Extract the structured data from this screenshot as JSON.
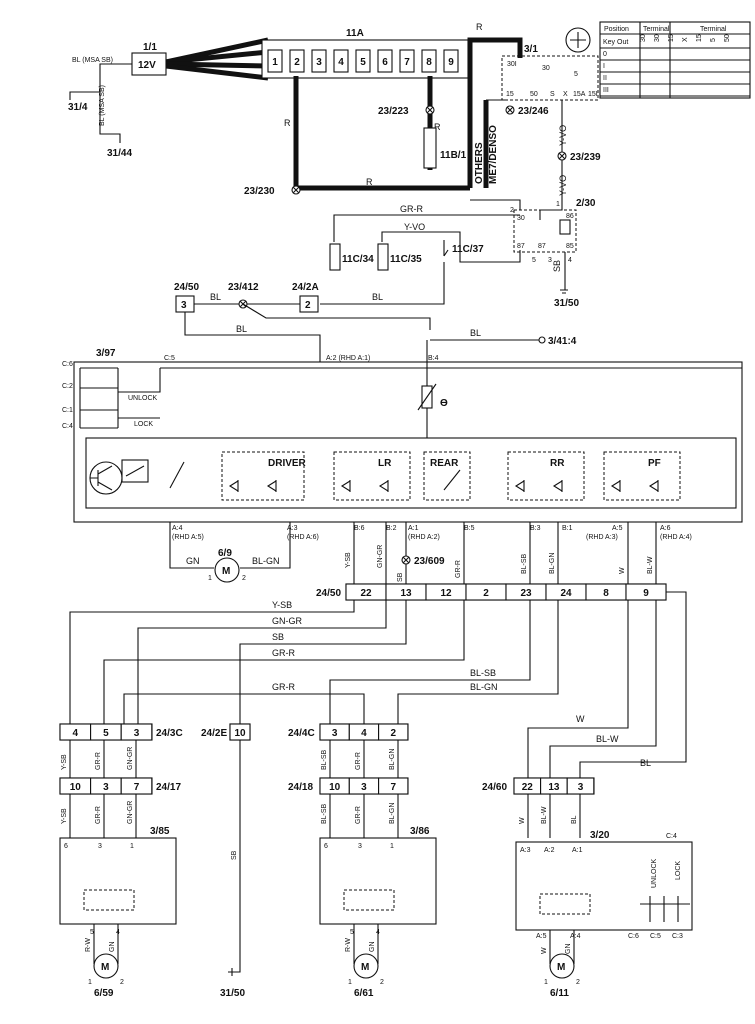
{
  "components": {
    "battery": {
      "id": "1/1",
      "voltage": "12V"
    },
    "fusebox": {
      "id": "11A",
      "pins": [
        "1",
        "2",
        "3",
        "4",
        "5",
        "6",
        "7",
        "8",
        "9"
      ]
    },
    "ignition": {
      "id": "3/1",
      "t30": "30",
      "t5": "5",
      "t15": "15",
      "t50": "50",
      "ts": "S",
      "tx": "X",
      "t15a": "15A",
      "t15i": "15I",
      "t30i": "30I"
    },
    "key_table": {
      "h_position": "Position",
      "h_terminal": "Terminal",
      "h_terminal2": "Terminal",
      "positions": [
        "Key Out",
        "0",
        "I",
        "II",
        "III"
      ],
      "cols": [
        "30",
        "30",
        "15",
        "X",
        "15",
        "5",
        "50"
      ]
    },
    "relay": {
      "id": "2/30",
      "t30": "30",
      "t86": "86",
      "t87": "87",
      "t87a": "87",
      "t85": "85",
      "t2": "2",
      "t1": "1",
      "t5": "5",
      "t3": "3",
      "t4": "4"
    },
    "fuses": [
      {
        "id": "11C/34"
      },
      {
        "id": "11C/35"
      },
      {
        "id": "11C/37"
      },
      {
        "id": "11B/1"
      }
    ],
    "central_unit": {
      "id": "3/97",
      "c6": "C:6",
      "c2": "C:2",
      "c1": "C:1",
      "c4": "C:4",
      "c5": "C:5",
      "unlock": "UNLOCK",
      "lock": "LOCK",
      "a2": "A:2 (RHD A:1)",
      "b4": "B:4",
      "driver": "DRIVER",
      "lr": "LR",
      "rear": "REAR",
      "rr": "RR",
      "pf": "PF",
      "a4": "A:4",
      "a4rhd": "(RHD A:5)",
      "a3": "A:3",
      "a3rhd": "(RHD A:6)",
      "b6": "B:6",
      "b2": "B:2",
      "a1": "A:1",
      "a1rhd": "(RHD A:2)",
      "b5": "B:5",
      "b3": "B:3",
      "b1": "B:1",
      "a5": "A:5",
      "a5rhd": "(RHD A:3)",
      "a6": "A:6",
      "a6rhd": "(RHD A:4)"
    },
    "motors": {
      "m69": "6/9",
      "m659": "6/59",
      "m661": "6/61",
      "m611": "6/11",
      "m": "M",
      "p1": "1",
      "p2": "2"
    },
    "connectors": {
      "c2450a": {
        "id": "24/50",
        "pin": "3"
      },
      "c242a": {
        "id": "24/2A",
        "pin": "2"
      },
      "c2450": {
        "id": "24/50",
        "pins": [
          "22",
          "13",
          "12",
          "2",
          "23",
          "24",
          "8",
          "9"
        ]
      },
      "c243c": {
        "id": "24/3C",
        "pins": [
          "4",
          "5",
          "3"
        ]
      },
      "c242e": {
        "id": "24/2E",
        "pins": [
          "10"
        ]
      },
      "c244c": {
        "id": "24/4C",
        "pins": [
          "3",
          "4",
          "2"
        ]
      },
      "c2417": {
        "id": "24/17",
        "pins": [
          "10",
          "3",
          "7"
        ]
      },
      "c2418": {
        "id": "24/18",
        "pins": [
          "10",
          "3",
          "7"
        ]
      },
      "c2460": {
        "id": "24/60",
        "pins": [
          "22",
          "13",
          "3"
        ]
      }
    },
    "doors": {
      "d385": {
        "id": "3/85",
        "p6": "6",
        "p3": "3",
        "p1": "1",
        "p5": "5",
        "p4": "4"
      },
      "d386": {
        "id": "3/86",
        "p6": "6",
        "p3": "3",
        "p1": "1",
        "p5": "5",
        "p4": "4"
      },
      "d320": {
        "id": "3/20",
        "a3": "A:3",
        "a2": "A:2",
        "a1": "A:1",
        "c4": "C:4",
        "a5": "A:5",
        "a4": "A:4",
        "c6": "C:6",
        "c5": "C:5",
        "c3": "C:3",
        "unlock": "UNLOCK",
        "lock": "LOCK"
      }
    },
    "grounds": {
      "g314": "31/4",
      "g3144": "31/44",
      "g3150a": "31/50",
      "g3150b": "31/50",
      "g3141": "3/41:4"
    },
    "splices": {
      "s23223": "23/223",
      "s23246": "23/246",
      "s23239": "23/239",
      "s23230": "23/230",
      "s23412": "23/412",
      "s23609": "23/609"
    },
    "others": "OTHERS",
    "me7": "ME7/DENSO"
  },
  "wires": {
    "bl_msa": "BL (MSA SB)",
    "r": "R",
    "yvo": "Y-VO",
    "grr": "GR-R",
    "bl": "BL",
    "sb": "SB",
    "gn": "GN",
    "blgn": "BL-GN",
    "ysb": "Y-SB",
    "gngr": "GN-GR",
    "blsb": "BL-SB",
    "w": "W",
    "blw": "BL-W",
    "rw": "R-W",
    "grr2": "GR-R"
  }
}
